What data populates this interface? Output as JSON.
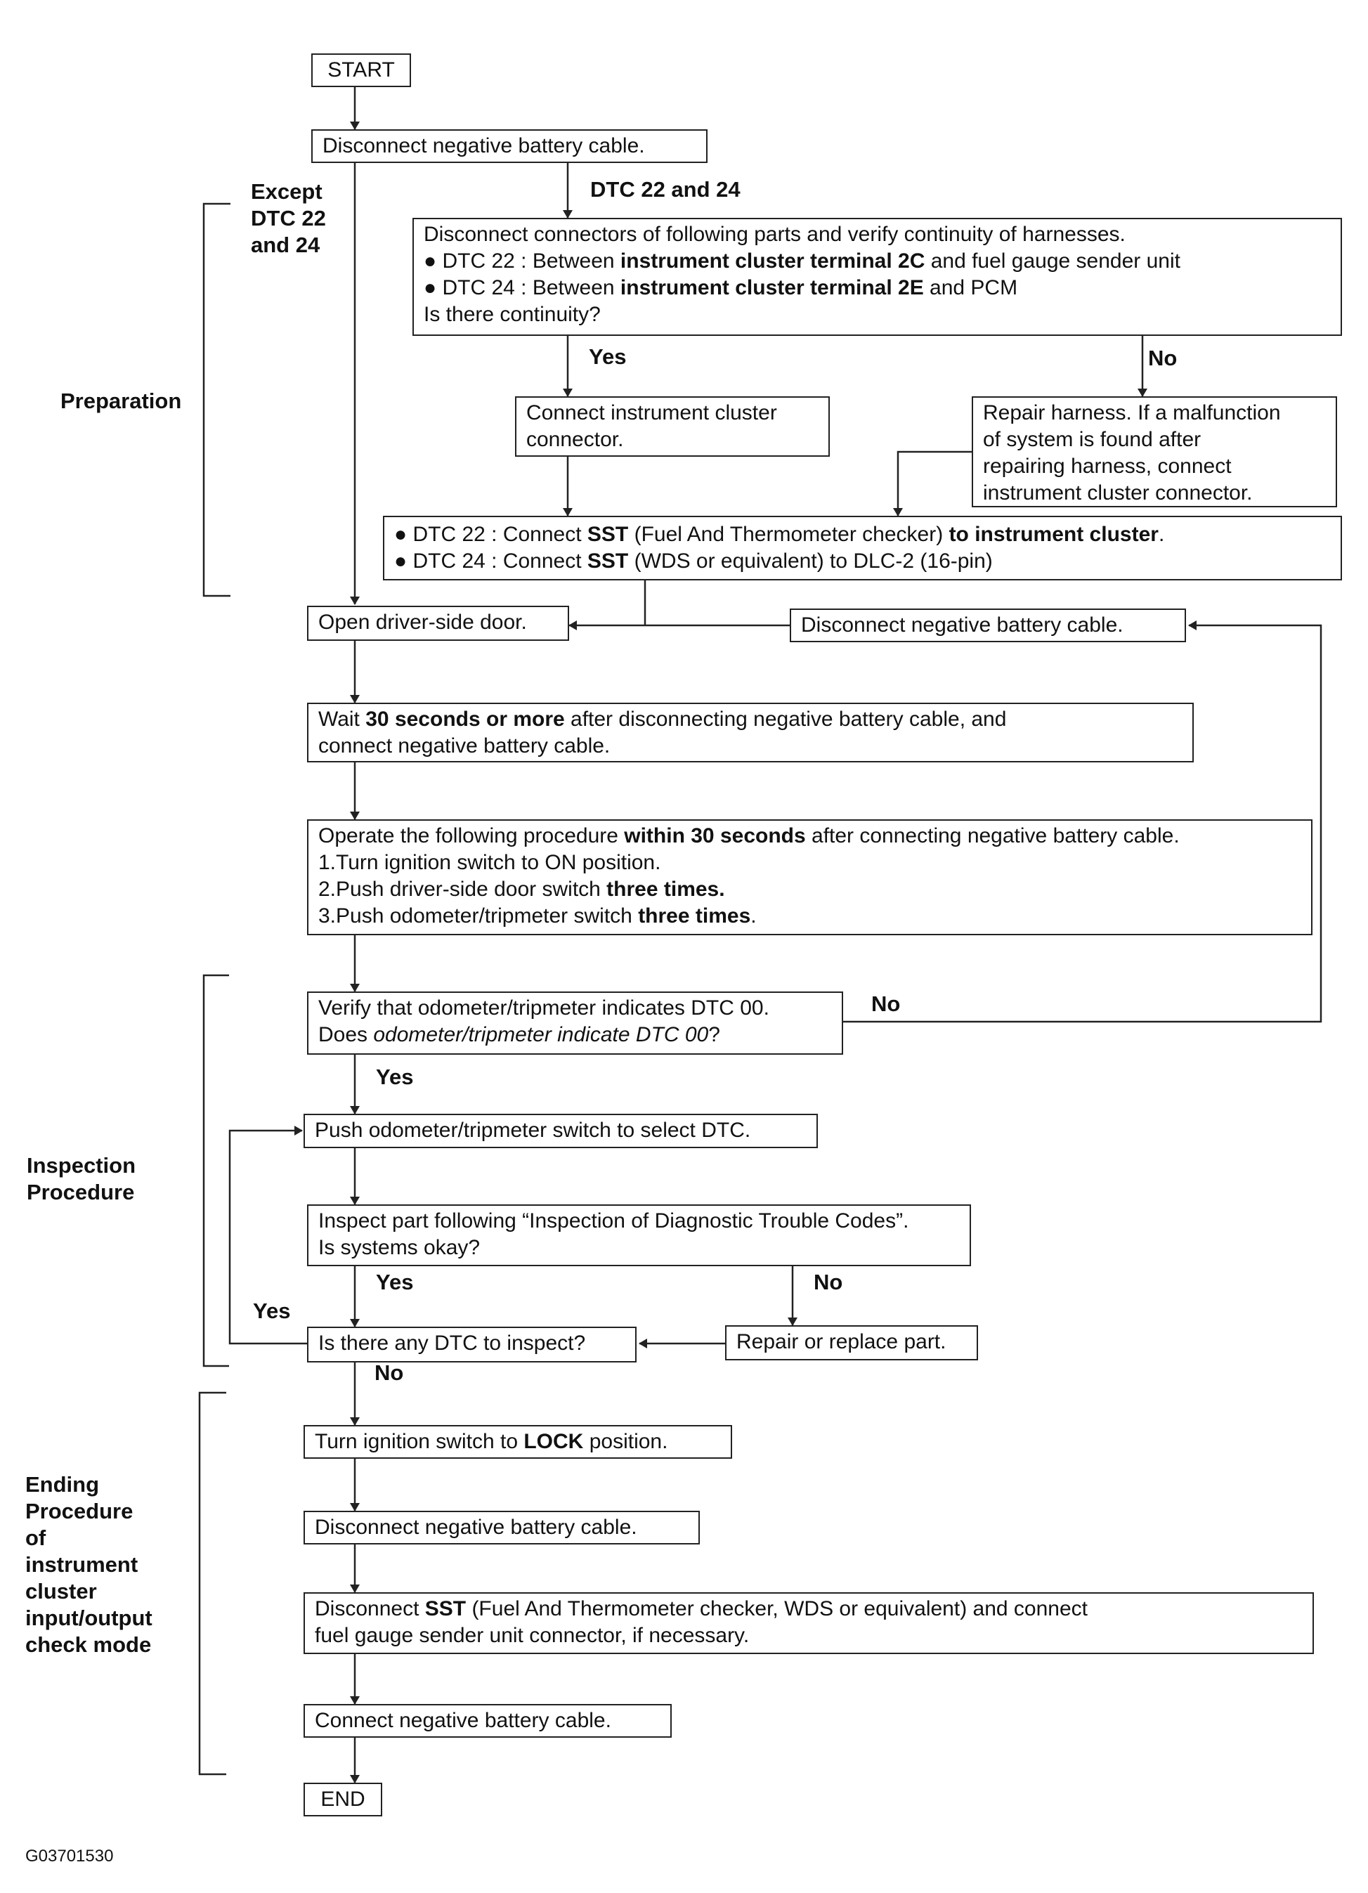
{
  "start": "START",
  "end": "END",
  "figure_id": "G03701530",
  "sections": {
    "preparation": "Preparation",
    "inspection": [
      "Inspection",
      "Procedure"
    ],
    "ending": [
      "Ending",
      "Procedure",
      "of",
      "instrument",
      "cluster",
      "input/output",
      "check mode"
    ]
  },
  "branch_labels": {
    "except_dtc": [
      "Except",
      "DTC 22",
      "and 24"
    ],
    "dtc_22_24": "DTC 22 and 24",
    "yes": "Yes",
    "no": "No"
  },
  "steps": {
    "disconnect_battery_1": "Disconnect negative battery cable.",
    "verify_continuity": {
      "line1": "Disconnect connectors of following parts and verify continuity of harnesses.",
      "line2_pre": "● DTC 22 : Between ",
      "line2_bold": "instrument cluster terminal 2C",
      "line2_post": " and fuel gauge sender unit",
      "line3_pre": "● DTC 24 : Between ",
      "line3_bold": "instrument cluster terminal 2E",
      "line3_post": " and PCM",
      "line4": "Is there continuity?"
    },
    "connect_cluster": [
      "Connect instrument cluster",
      "connector."
    ],
    "repair_harness": [
      "Repair harness. If a malfunction",
      "of system is found after",
      "repairing harness, connect",
      "instrument cluster connector."
    ],
    "connect_sst": {
      "l1_pre": "● DTC 22 : Connect ",
      "l1_bold": "SST",
      "l1_mid": " (Fuel And Thermometer checker) ",
      "l1_bold2": "to instrument cluster",
      "l1_post": ".",
      "l2_pre": "● DTC 24 : Connect ",
      "l2_bold": "SST",
      "l2_post": " (WDS or equivalent) to DLC-2 (16-pin)"
    },
    "open_door": "Open driver-side door.",
    "disconnect_battery_loop": "Disconnect negative battery cable.",
    "wait": {
      "l1_pre": "Wait ",
      "l1_bold": "30 seconds or more",
      "l1_post": " after disconnecting negative battery cable, and",
      "l2": "connect negative battery cable."
    },
    "operate": {
      "l1_pre": "Operate the following procedure ",
      "l1_bold": "within 30 seconds",
      "l1_post": " after connecting negative battery cable.",
      "l2": "1.Turn ignition switch to ON position.",
      "l3_pre": "2.Push driver-side door switch ",
      "l3_bold": "three times.",
      "l4_pre": "3.Push odometer/tripmeter switch ",
      "l4_bold": "three times",
      "l4_post": "."
    },
    "verify_dtc00": {
      "l1": "Verify that odometer/tripmeter indicates DTC 00.",
      "l2_pre": "Does ",
      "l2_it": "odometer/tripmeter indicate DTC 00",
      "l2_post": "?"
    },
    "push_select": "Push odometer/tripmeter switch to select DTC.",
    "inspect_part": [
      "Inspect part following “Inspection of Diagnostic Trouble Codes”.",
      "Is systems okay?"
    ],
    "any_dtc": "Is there any DTC to inspect?",
    "repair_part": "Repair or replace part.",
    "turn_lock": {
      "pre": "Turn ignition switch to ",
      "bold": "LOCK",
      "post": " position."
    },
    "disconnect_battery_2": "Disconnect negative battery cable.",
    "disconnect_sst": {
      "l1_pre": "Disconnect ",
      "l1_bold": "SST",
      "l1_post": " (Fuel And Thermometer checker, WDS or equivalent) and connect",
      "l2": "fuel gauge sender unit connector, if necessary."
    },
    "connect_battery": "Connect negative battery cable."
  }
}
